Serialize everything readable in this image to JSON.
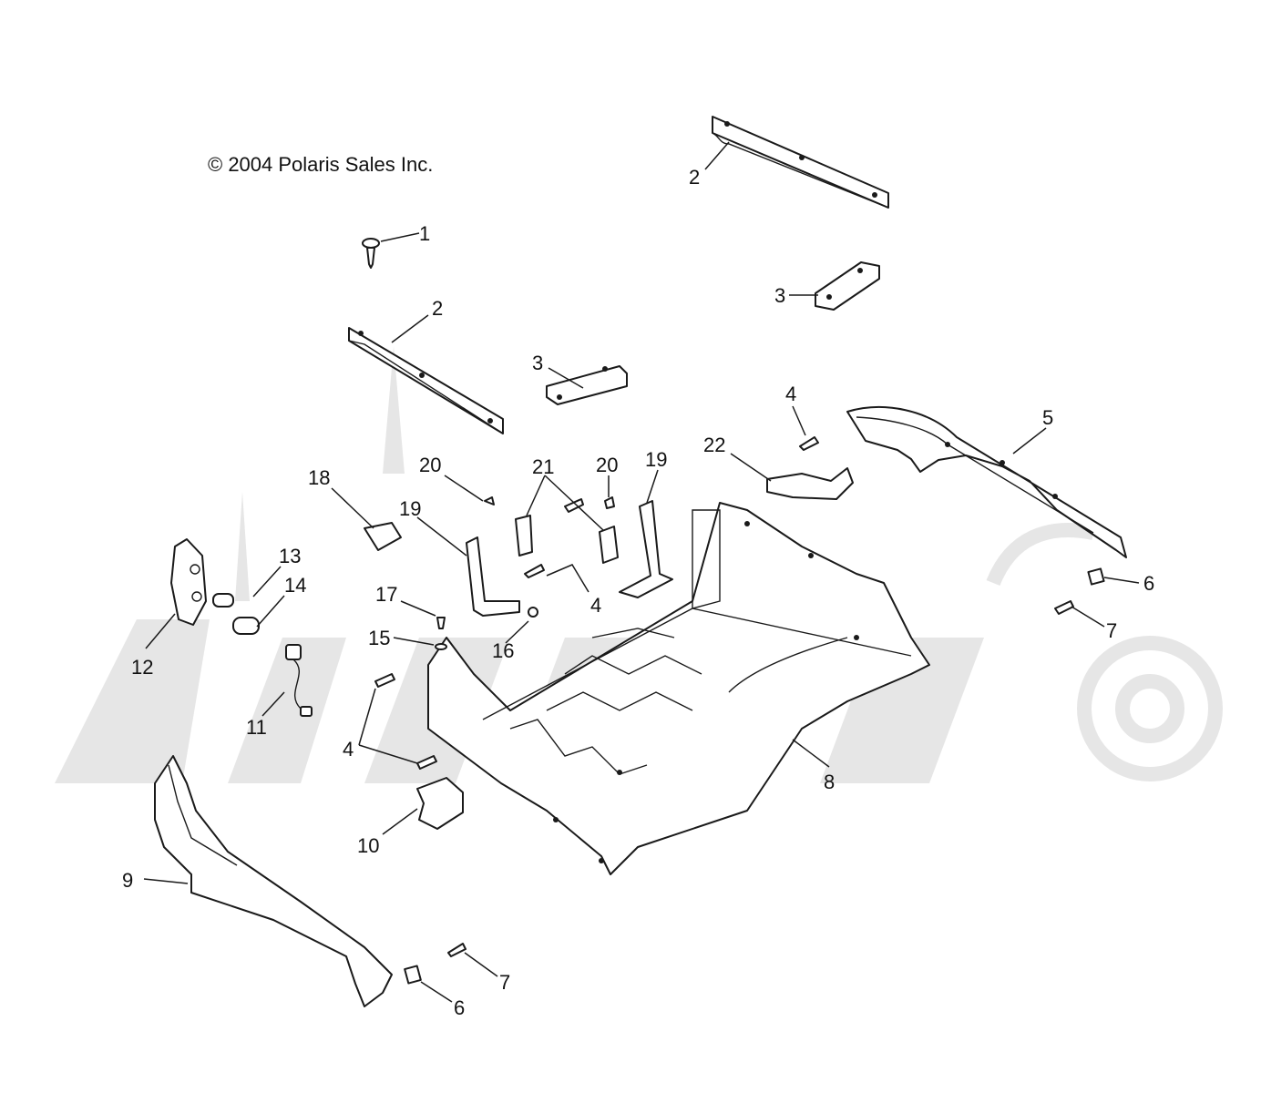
{
  "copyright": "© 2004 Polaris Sales Inc.",
  "callouts": {
    "c1": "1",
    "c2a": "2",
    "c2b": "2",
    "c3a": "3",
    "c3b": "3",
    "c4a": "4",
    "c4b": "4",
    "c4c": "4",
    "c5": "5",
    "c6a": "6",
    "c6b": "6",
    "c7a": "7",
    "c7b": "7",
    "c8": "8",
    "c9": "9",
    "c10": "10",
    "c11": "11",
    "c12": "12",
    "c13": "13",
    "c14": "14",
    "c15": "15",
    "c16": "16",
    "c17": "17",
    "c18": "18",
    "c19a": "19",
    "c19b": "19",
    "c20a": "20",
    "c20b": "20",
    "c21": "21",
    "c22": "22"
  },
  "colors": {
    "line": "#1a1a1a",
    "watermark": "#e6e6e6",
    "background": "#ffffff"
  }
}
